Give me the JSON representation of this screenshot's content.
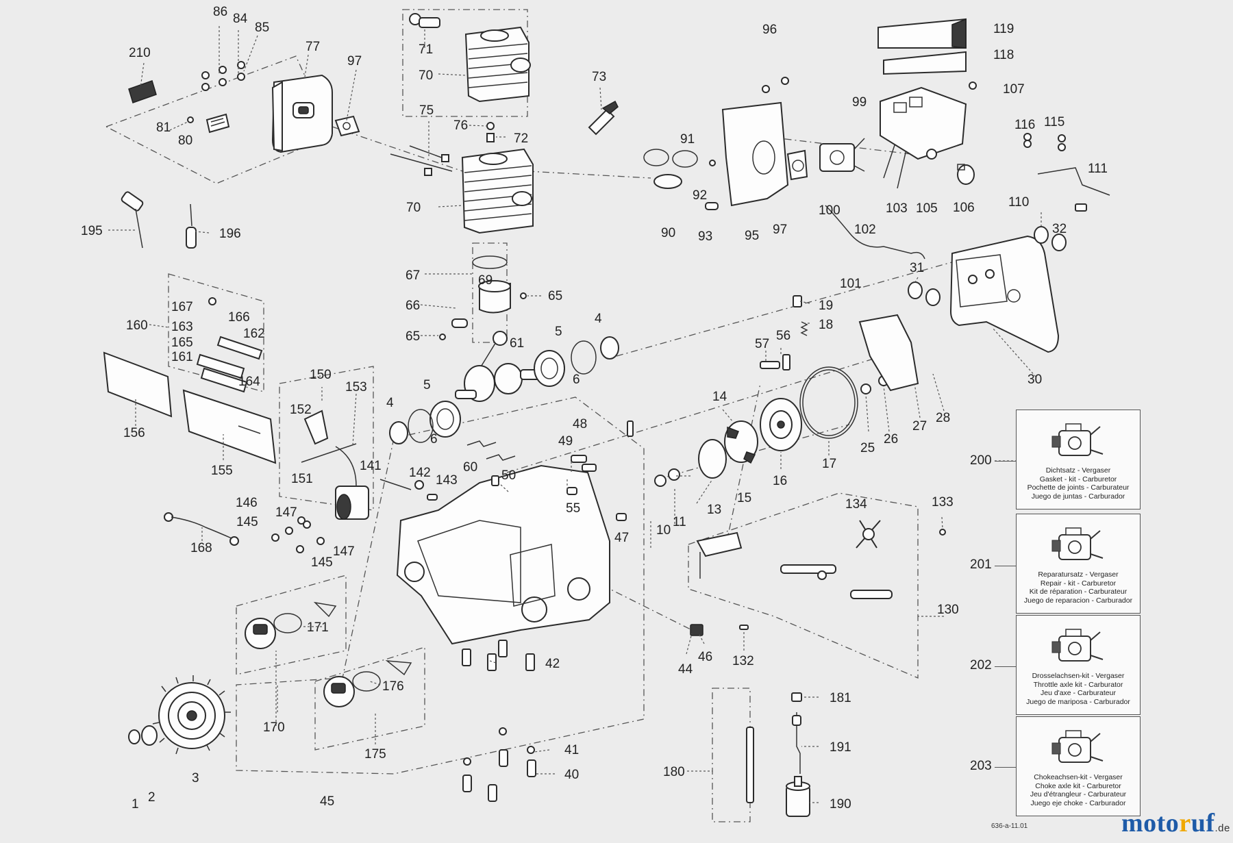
{
  "part_labels": [
    "1",
    "2",
    "3",
    "4",
    "4",
    "5",
    "5",
    "6",
    "6",
    "10",
    "11",
    "13",
    "14",
    "15",
    "16",
    "17",
    "18",
    "19",
    "25",
    "26",
    "27",
    "28",
    "30",
    "31",
    "32",
    "40",
    "41",
    "42",
    "44",
    "45",
    "46",
    "47",
    "48",
    "49",
    "50",
    "55",
    "56",
    "57",
    "60",
    "61",
    "65",
    "65",
    "66",
    "67",
    "69",
    "70",
    "70",
    "71",
    "72",
    "73",
    "75",
    "76",
    "77",
    "80",
    "81",
    "84",
    "85",
    "86",
    "90",
    "91",
    "92",
    "93",
    "95",
    "96",
    "97",
    "97",
    "99",
    "100",
    "101",
    "102",
    "103",
    "105",
    "106",
    "107",
    "110",
    "111",
    "115",
    "116",
    "118",
    "119",
    "130",
    "132",
    "133",
    "134",
    "141",
    "142",
    "143",
    "145",
    "145",
    "146",
    "147",
    "147",
    "150",
    "151",
    "152",
    "153",
    "155",
    "156",
    "160",
    "161",
    "162",
    "163",
    "164",
    "165",
    "166",
    "167",
    "168",
    "170",
    "171",
    "175",
    "176",
    "180",
    "181",
    "190",
    "191",
    "195",
    "196",
    "210"
  ],
  "kits": [
    {
      "number": "200",
      "lines": [
        "Dichtsatz - Vergaser",
        "Gasket - kit - Carburetor",
        "Pochette de joints - Carburateur",
        "Juego de juntas - Carburador"
      ]
    },
    {
      "number": "201",
      "lines": [
        "Reparatursatz - Vergaser",
        "Repair - kit - Carburetor",
        "Kit de réparation - Carburateur",
        "Juego de reparacion - Carburador"
      ]
    },
    {
      "number": "202",
      "lines": [
        "Drosselachsen-kit - Vergaser",
        "Throttle axle kit - Carburator",
        "Jeu d'axe - Carburateur",
        "Juego de mariposa - Carburador"
      ]
    },
    {
      "number": "203",
      "lines": [
        "Chokeachsen-kit - Vergaser",
        "Choke axle kit - Carburetor",
        "Jeu d'étrangleur - Carburateur",
        "Juego eje choke - Carburador"
      ]
    }
  ],
  "drawing_code": "636-a-11.01",
  "brand": {
    "part1": "moto",
    "part2": "r",
    "part3": "uf",
    "tld": ".de"
  },
  "colors": {
    "brand_blue": "#1e5ba8",
    "brand_orange": "#f0a800"
  },
  "icons": [
    "carburetor-icon"
  ]
}
